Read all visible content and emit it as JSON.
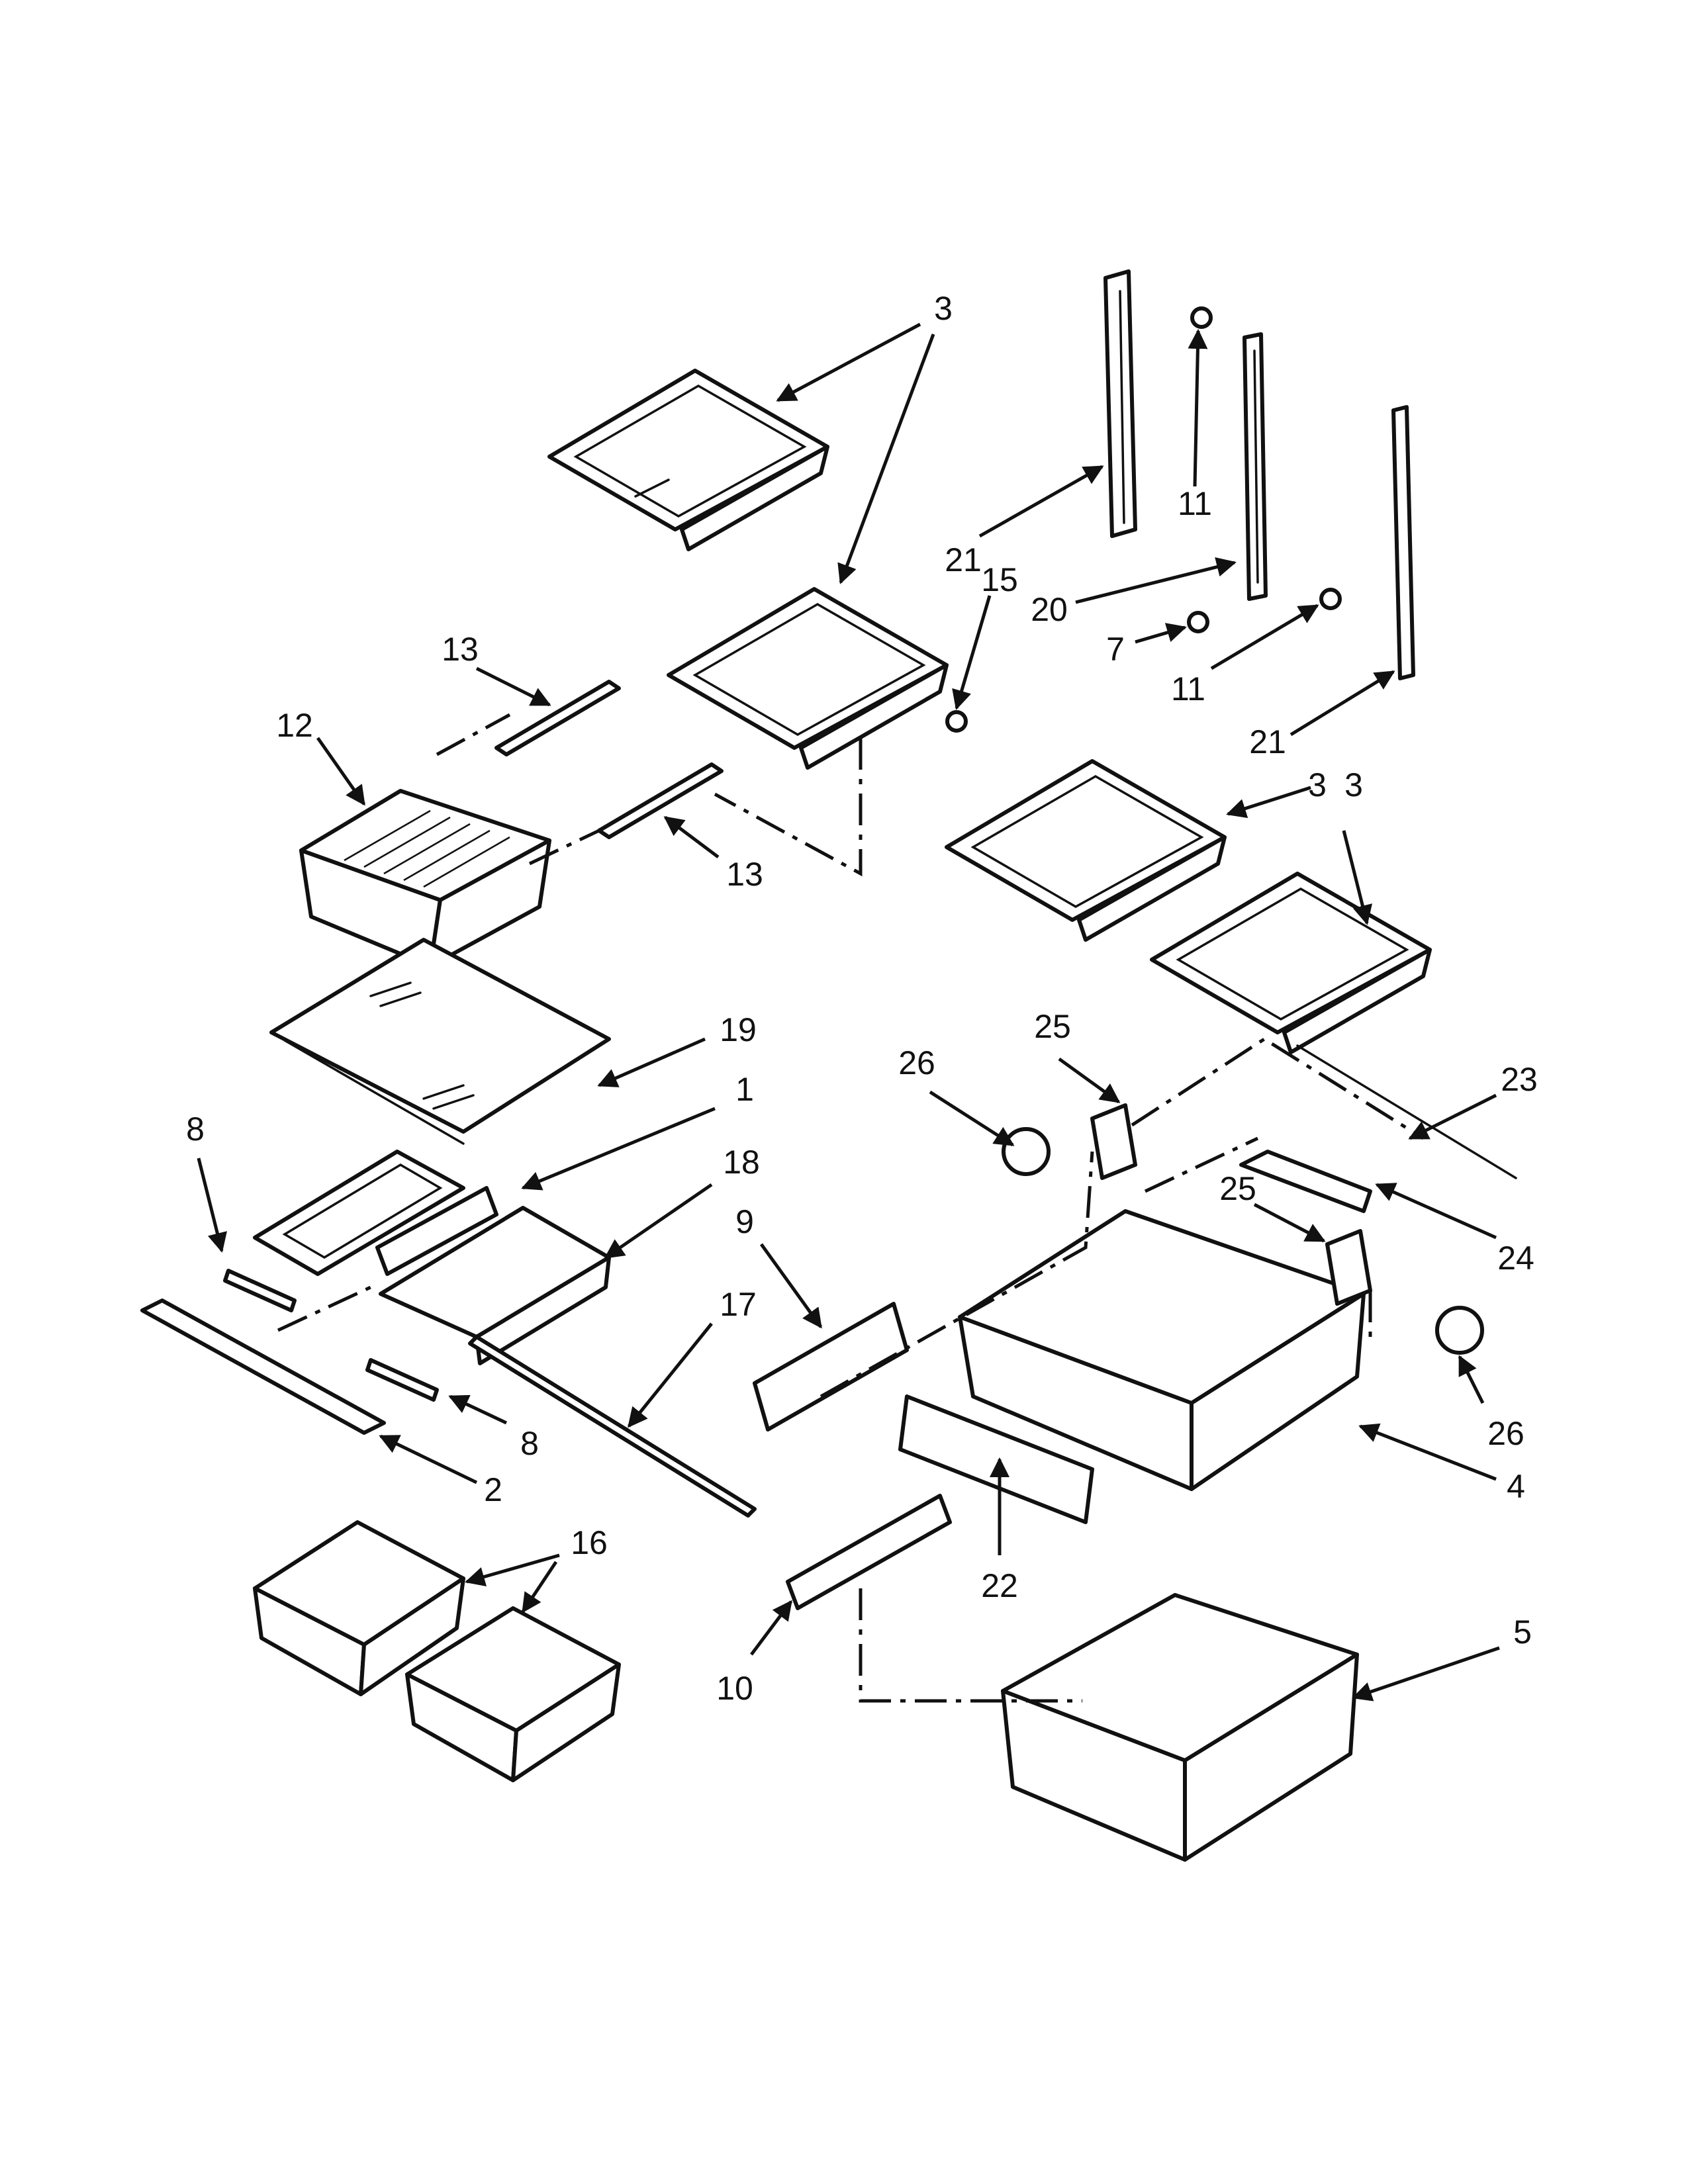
{
  "diagram": {
    "callouts": [
      {
        "id": "c3a",
        "text": "3"
      },
      {
        "id": "c3b",
        "text": "3"
      },
      {
        "id": "c3c",
        "text": "3"
      },
      {
        "id": "c21a",
        "text": "21"
      },
      {
        "id": "c11a",
        "text": "11"
      },
      {
        "id": "c15",
        "text": "15"
      },
      {
        "id": "c20",
        "text": "20"
      },
      {
        "id": "c7",
        "text": "7"
      },
      {
        "id": "c11b",
        "text": "11"
      },
      {
        "id": "c21b",
        "text": "21"
      },
      {
        "id": "c13a",
        "text": "13"
      },
      {
        "id": "c12",
        "text": "12"
      },
      {
        "id": "c13b",
        "text": "13"
      },
      {
        "id": "c19",
        "text": "19"
      },
      {
        "id": "c1",
        "text": "1"
      },
      {
        "id": "c8a",
        "text": "8"
      },
      {
        "id": "c18",
        "text": "18"
      },
      {
        "id": "c17",
        "text": "17"
      },
      {
        "id": "c8b",
        "text": "8"
      },
      {
        "id": "c2",
        "text": "2"
      },
      {
        "id": "c16",
        "text": "16"
      },
      {
        "id": "c9",
        "text": "9"
      },
      {
        "id": "c25a",
        "text": "25"
      },
      {
        "id": "c26a",
        "text": "26"
      },
      {
        "id": "c23",
        "text": "23"
      },
      {
        "id": "c24",
        "text": "24"
      },
      {
        "id": "c25b",
        "text": "25"
      },
      {
        "id": "c26b",
        "text": "26"
      },
      {
        "id": "c4",
        "text": "4"
      },
      {
        "id": "c22",
        "text": "22"
      },
      {
        "id": "c10",
        "text": "10"
      },
      {
        "id": "c5",
        "text": "5"
      }
    ]
  }
}
